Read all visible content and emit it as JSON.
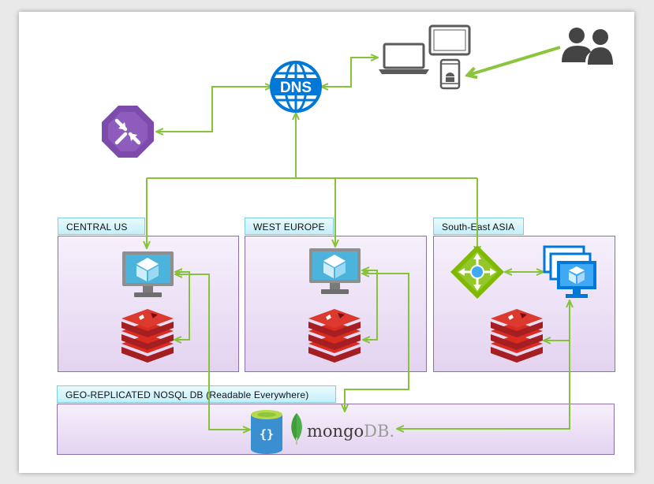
{
  "regions": {
    "central_us": "CENTRAL  US",
    "west_europe": "WEST EUROPE",
    "southeast_asia": "South-East ASIA",
    "nosql": "GEO-REPLICATED  NOSQL DB  (Readable Everywhere)"
  },
  "dns_label": "DNS",
  "mongo": {
    "main": "mongo",
    "suffix": "DB."
  },
  "colors": {
    "connector": "#86c33a",
    "user_arrow": "#8bc43d",
    "purple_region": "#e6d7f3",
    "tab": "#c9effb",
    "dns_blue": "#0078d7",
    "vm_teal": "#3fa9d6",
    "redis_red": "#c8202a",
    "traffic_mgr_purple": "#7d4bab",
    "lb_green": "#7fba00"
  },
  "icons": [
    "dns-icon",
    "traffic-manager-icon",
    "laptop-icon",
    "tablet-icon",
    "android-phone-icon",
    "users-icon",
    "vm-icon",
    "redis-icon",
    "load-balancer-icon",
    "vm-scale-set-icon",
    "cosmosdb-icon",
    "mongodb-leaf-icon"
  ]
}
